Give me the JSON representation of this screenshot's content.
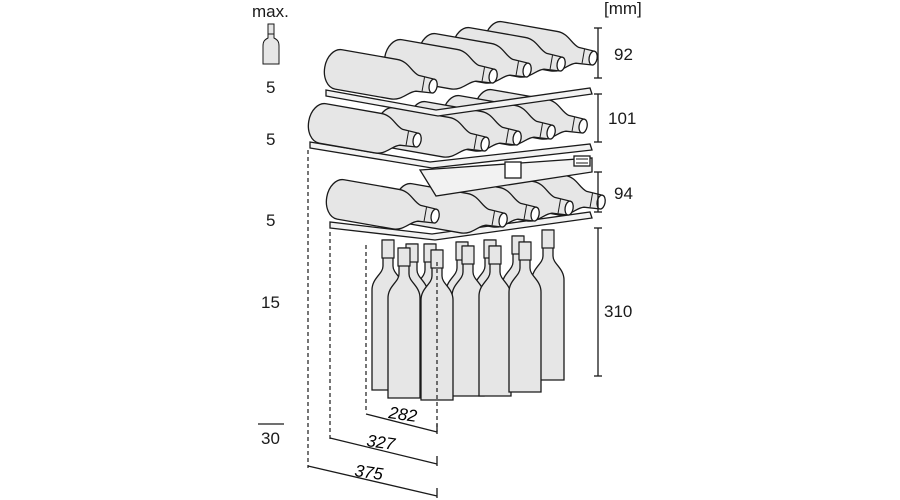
{
  "header": {
    "max_label": "max.",
    "unit_label": "[mm]"
  },
  "capacity": [
    {
      "id": "shelf-1",
      "count": "5"
    },
    {
      "id": "shelf-2",
      "count": "5"
    },
    {
      "id": "shelf-3",
      "count": "5"
    },
    {
      "id": "floor",
      "count": "15"
    },
    {
      "id": "total",
      "count": "30"
    }
  ],
  "heights_mm": [
    {
      "id": "shelf-1",
      "value": "92"
    },
    {
      "id": "shelf-2",
      "value": "101"
    },
    {
      "id": "shelf-3",
      "value": "94"
    },
    {
      "id": "floor",
      "value": "310"
    }
  ],
  "depths_mm": [
    {
      "id": "inner",
      "value": "282"
    },
    {
      "id": "middle",
      "value": "327"
    },
    {
      "id": "outer",
      "value": "375"
    }
  ],
  "colors": {
    "line": "#1a1a1a",
    "bottle_fill": "#e6e6e6",
    "shelf_fill": "#f2f2f2"
  }
}
